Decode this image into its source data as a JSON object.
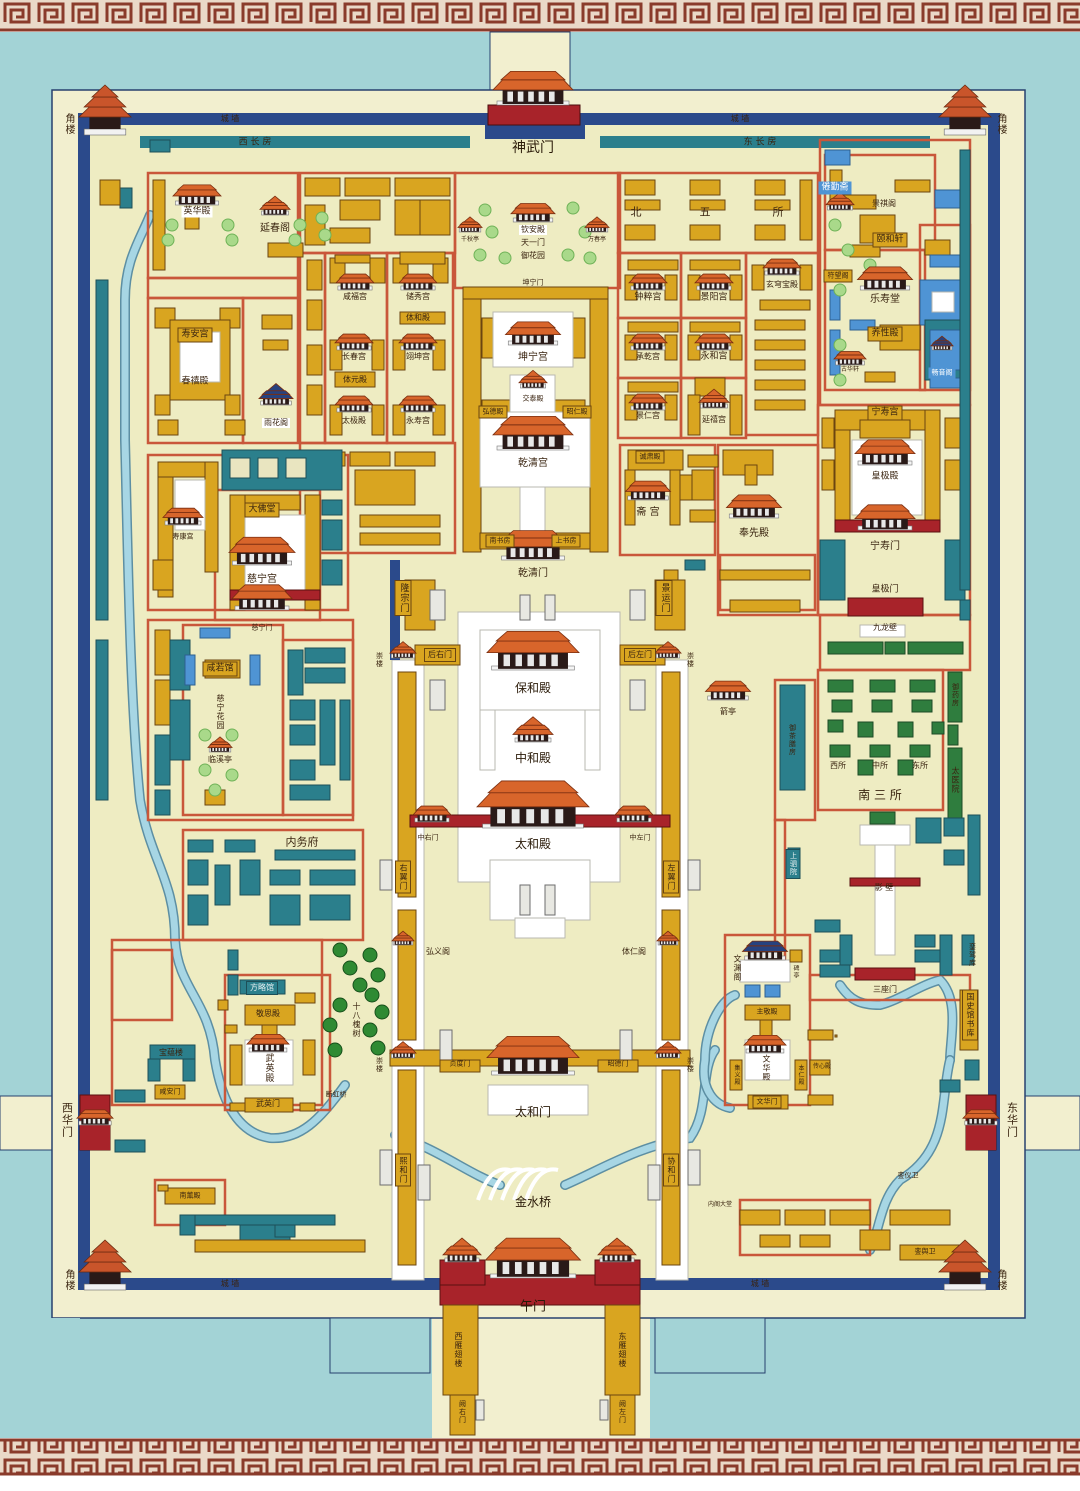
{
  "colors": {
    "moat": "#a3d3d6",
    "outer_ground": "#f2efcf",
    "inner_ground": "#eeecc2",
    "city_wall": "#2b4a8b",
    "courtyard_wall": "#c9573a",
    "yellow_building": "#d9a520",
    "teal_building": "#2b7f8c",
    "green_building": "#2f7d3e",
    "roof": "#d8652b",
    "gate_red": "#a8232a",
    "border_fret": "#8a3b2b"
  },
  "labels": {
    "north_gate": "神武门",
    "west_long_house": "西 长 房",
    "east_long_house": "东 长 房",
    "city_wall": "城 墙",
    "corner_tower": "角楼",
    "west_gate": "西华门",
    "east_gate": "东华门",
    "meridian_gate": "午门",
    "yinghua_hall": "英华殿",
    "yanchun_pavilion": "延春阁",
    "yuhua_pavilion": "雨花阁",
    "shouan_palace": "寿安宫",
    "chunxi_hall": "春禧殿",
    "xianfu_palace": "咸福宫",
    "chuxiu_palace": "储秀宫",
    "tihe_hall": "体和殿",
    "changchun_palace": "长春宫",
    "yikun_palace": "翊坤宫",
    "tiyuan_hall": "体元殿",
    "taiji_hall": "太极殿",
    "yongshou_palace": "永寿宫",
    "qinan_hall": "钦安殿",
    "tianyi_gate": "天一门",
    "imperial_garden": "御花园",
    "qianqiu_pavilion": "千秋亭",
    "wanchun_pavilion": "万春亭",
    "kunning_gate": "坤宁门",
    "kunning_palace": "坤宁宫",
    "jiaotai_hall": "交泰殿",
    "hongde_hall": "弘德殿",
    "zhaoren_hall": "昭仁殿",
    "qianqing_palace": "乾清宫",
    "south_study": "南书房",
    "upper_study": "上书房",
    "qianqing_gate": "乾清门",
    "north_five_1": "北",
    "north_five_2": "五",
    "north_five_3": "所",
    "zhongcui_palace": "钟粹宫",
    "jingyang_palace": "景阳宫",
    "xuanqiong_hall": "玄穹宝殿",
    "chengqian_palace": "承乾宫",
    "yonghe_palace": "永和宫",
    "jingren_palace": "景仁宫",
    "yanxi_palace": "延禧宫",
    "chengsu_hall": "诚肃殿",
    "zhai_palace": "斋 宫",
    "fengxian_hall": "奉先殿",
    "juanqin_studio": "倦勤斋",
    "jingqi_pavilion": "景祺阁",
    "yihe_xuan": "颐和轩",
    "leshou_hall": "乐寿堂",
    "yangxing_hall": "养性殿",
    "fuwang_pavilion": "符望阁",
    "guhua_xuan": "古华轩",
    "changyin_pavilion": "畅音阁",
    "ningshou_palace": "宁寿宫",
    "huangji_hall": "皇极殿",
    "ningshou_gate": "宁寿门",
    "huangji_gate": "皇极门",
    "nine_dragon_screen": "九龙壁",
    "shoukang_palace": "寿康宫",
    "great_buddha_hall": "大佛堂",
    "cining_palace": "慈宁宫",
    "cining_gate": "慈宁门",
    "xianruo_hall": "咸若馆",
    "cining_garden": "慈宁花园",
    "linxi_pavilion": "临溪亭",
    "household_department": "内务府",
    "longzong_gate": "隆宗门",
    "jingyun_gate": "景运门",
    "rear_right_gate": "后右门",
    "rear_left_gate": "后左门",
    "chong_tower": "崇楼",
    "baohe_hall": "保和殿",
    "zhonghe_hall": "中和殿",
    "taihe_hall": "太和殿",
    "middle_right_gate": "中右门",
    "middle_left_gate": "中左门",
    "right_wing_gate": "右翼门",
    "left_wing_gate": "左翼门",
    "hongyi_pavilion": "弘义阁",
    "tiren_pavilion": "体仁阁",
    "archery_pavilion": "箭亭",
    "south_three_houses": "南 三 所",
    "west_house": "西所",
    "middle_house": "中所",
    "east_house": "东所",
    "imperial_kitchen": "御茶膳房",
    "imperial_pharmacy": "御药房",
    "imperial_hospital": "太医院",
    "shangsi_court": "上驷院",
    "screen_wall": "影 壁",
    "three_door_gate": "三座门",
    "wenyuan_pavilion": "文渊阁",
    "stele_pavilion": "碑亭",
    "history_archive": "国史馆书库",
    "collection_hall": "銮驾库",
    "zhujing_hall": "主敬殿",
    "wenhua_hall": "文华殿",
    "wenhua_gate": "文华门",
    "benren_hall": "本仁殿",
    "jiyi_hall": "集义殿",
    "chuanxin_hall": "传心殿",
    "fanglue_hall": "方略馆",
    "jingsi_hall": "敬思殿",
    "wuying_hall": "武英殿",
    "wuying_gate": "武英门",
    "baoyun_tower": "宝蕴楼",
    "xianan_gate": "咸安门",
    "eighteen_trees": "十八槐树",
    "duanhong_bridge": "断虹桥",
    "taihe_gate": "太和门",
    "zhendu_gate": "贞度门",
    "zhaode_gate": "昭德门",
    "xihe_gate": "熙和门",
    "xiehe_gate": "协和门",
    "golden_water_bridge": "金水桥",
    "west_wing_tower": "西雁翅楼",
    "east_wing_tower": "东雁翅楼",
    "que_right_gate": "阙右门",
    "que_left_gate": "阙左门",
    "nanxun_hall": "南薰殿",
    "imperial_guard": "銮仪卫",
    "grand_secretariat": "内阁大堂",
    "guards_archive": "銮舆卫"
  }
}
